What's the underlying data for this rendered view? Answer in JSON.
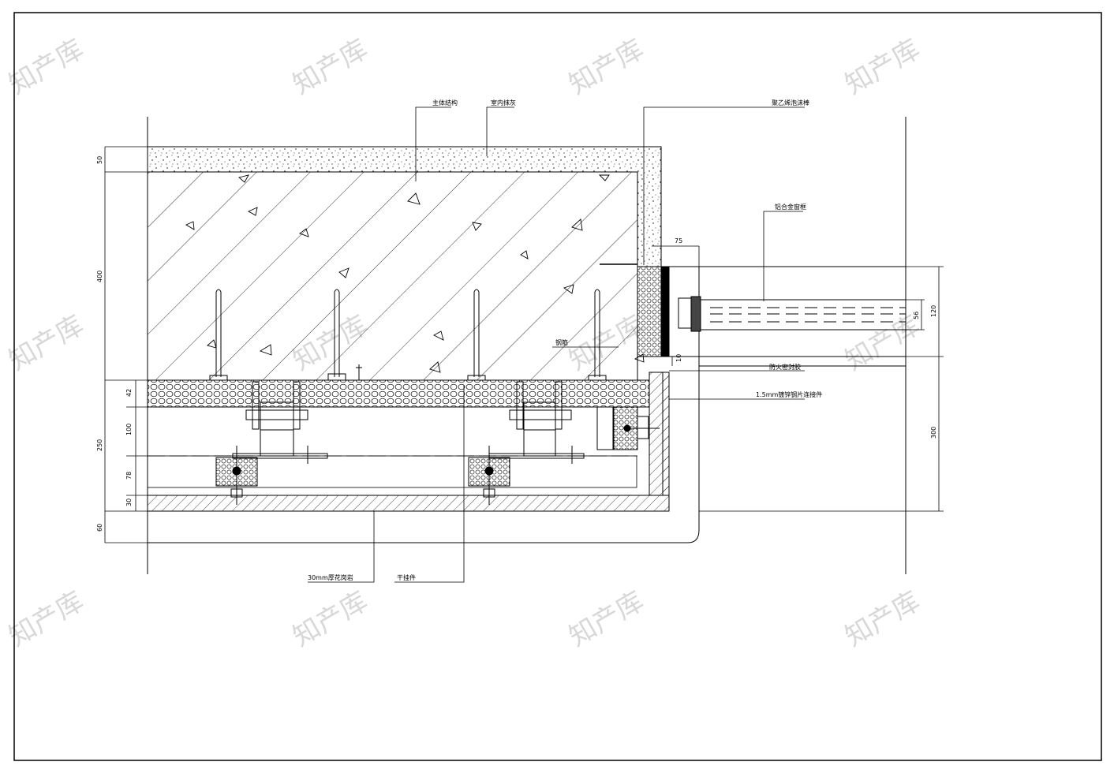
{
  "drawing": {
    "callouts": {
      "main_structure": "主体结构",
      "interior_finish": "室内抹灰",
      "foam_rod": "聚乙烯泡沫棒",
      "aluminum_window": "铝合金窗框",
      "steel_bar": "钢筋",
      "fire_seal": "防火密封胶",
      "steel_bracket": "1.5mm镀锌钢片连接件",
      "stone_30mm": "30mm厚花岗岩",
      "pendant": "干挂件"
    },
    "dimensions_left": {
      "d50": "50",
      "d400": "400",
      "d42": "42",
      "d100": "100",
      "d250": "250",
      "d78": "78",
      "d30": "30",
      "d60": "60"
    },
    "dimensions_right": {
      "d75": "75",
      "d56": "56",
      "d120": "120",
      "d10": "10",
      "d300": "300"
    },
    "watermark": "知产库"
  }
}
